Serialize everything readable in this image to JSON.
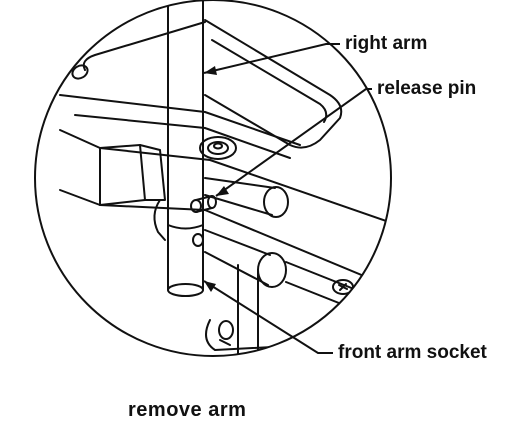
{
  "labels": {
    "right_arm": "right arm",
    "release_pin": "release pin",
    "front_arm_socket": "front arm socket"
  },
  "caption": "remove arm",
  "colors": {
    "ink": "#111111",
    "background": "#ffffff"
  }
}
